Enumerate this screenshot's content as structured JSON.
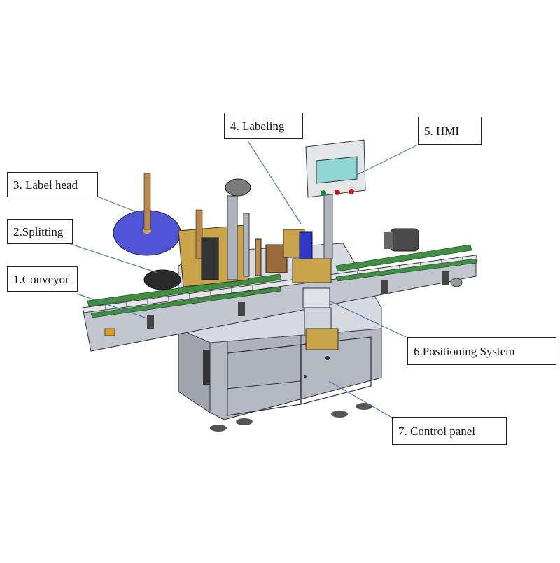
{
  "diagram": {
    "labels": {
      "conveyor": "1.Conveyor",
      "splitting": "2.Splitting",
      "label_head": "3.  Label head",
      "labeling": "4.  Labeling",
      "hmi": "5.  HMI",
      "positioning": "6.Positioning System",
      "control_panel": "7.  Control panel"
    },
    "colors": {
      "frame": "#c9cdd6",
      "frame_dark": "#8d929c",
      "cabinet": "#b8bcc6",
      "conveyor_green": "#3f8f3f",
      "brass": "#c9a44a",
      "disc_blue": "#4f55d6",
      "disc_blue_dark": "#2f39c8",
      "roller_wood": "#b98a4a",
      "screen": "#8fd6d4",
      "leader": "#4d7fb0"
    }
  }
}
